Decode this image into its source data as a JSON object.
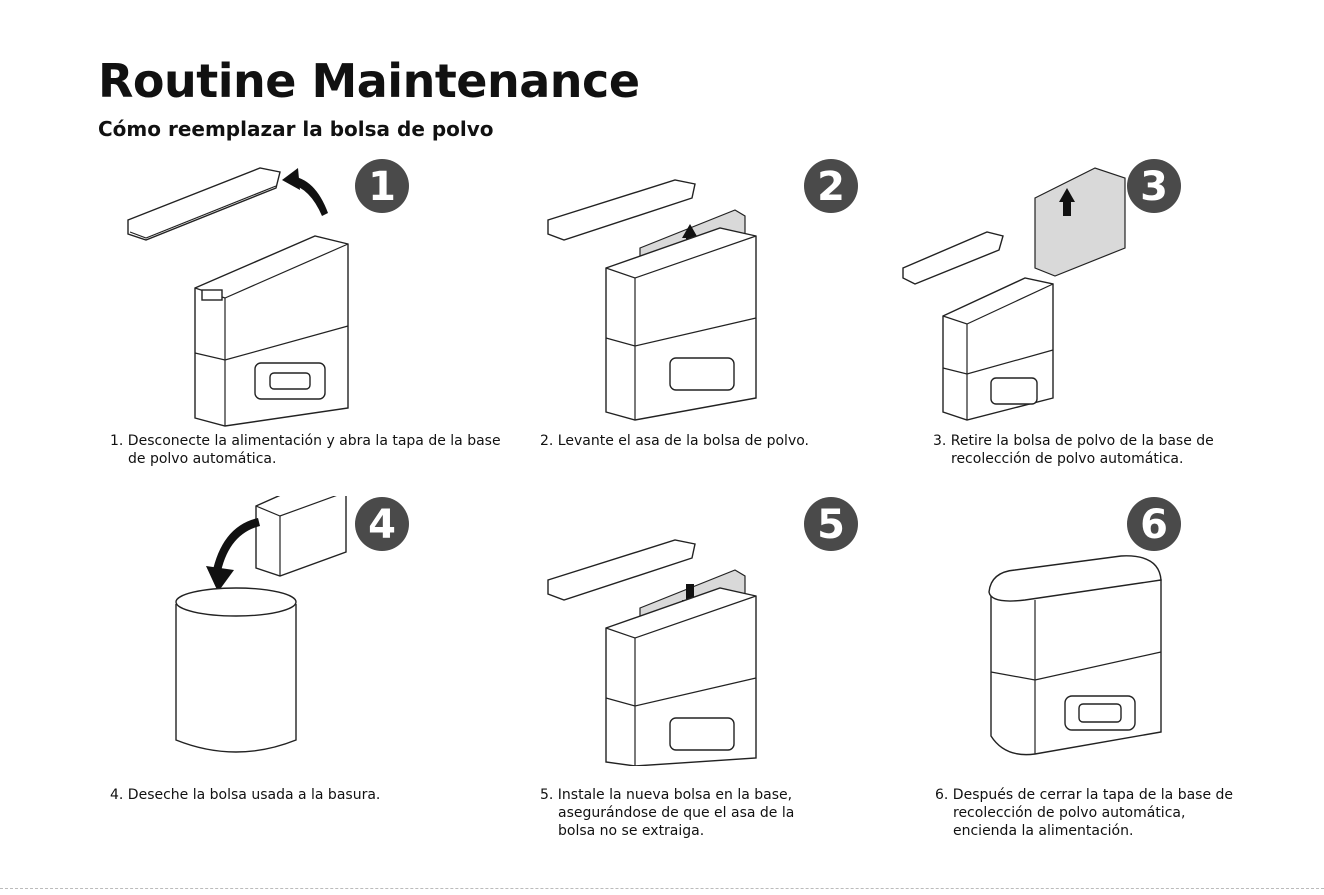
{
  "header": {
    "title": "Routine Maintenance",
    "subtitle": "Cómo reemplazar la bolsa de polvo"
  },
  "steps": [
    {
      "badge": "1",
      "caption": "1. Desconecte la alimentación y abra la tapa de la base de polvo automática."
    },
    {
      "badge": "2",
      "caption": "2. Levante el asa de la bolsa de polvo."
    },
    {
      "badge": "3",
      "caption": "3. Retire la bolsa de polvo de la base de recolección de polvo automática."
    },
    {
      "badge": "4",
      "caption": "4. Deseche la bolsa usada a la basura."
    },
    {
      "badge": "5",
      "caption": "5. Instale la nueva bolsa en la base, asegurándose de que el asa de la bolsa no se extraiga."
    },
    {
      "badge": "6",
      "caption": "6. Después de cerrar la tapa de la base de recolección de polvo automática, encienda la alimentación."
    }
  ],
  "colors": {
    "badge": "#4a4a4a",
    "text": "#111111",
    "bag": "#d9d9d9"
  }
}
